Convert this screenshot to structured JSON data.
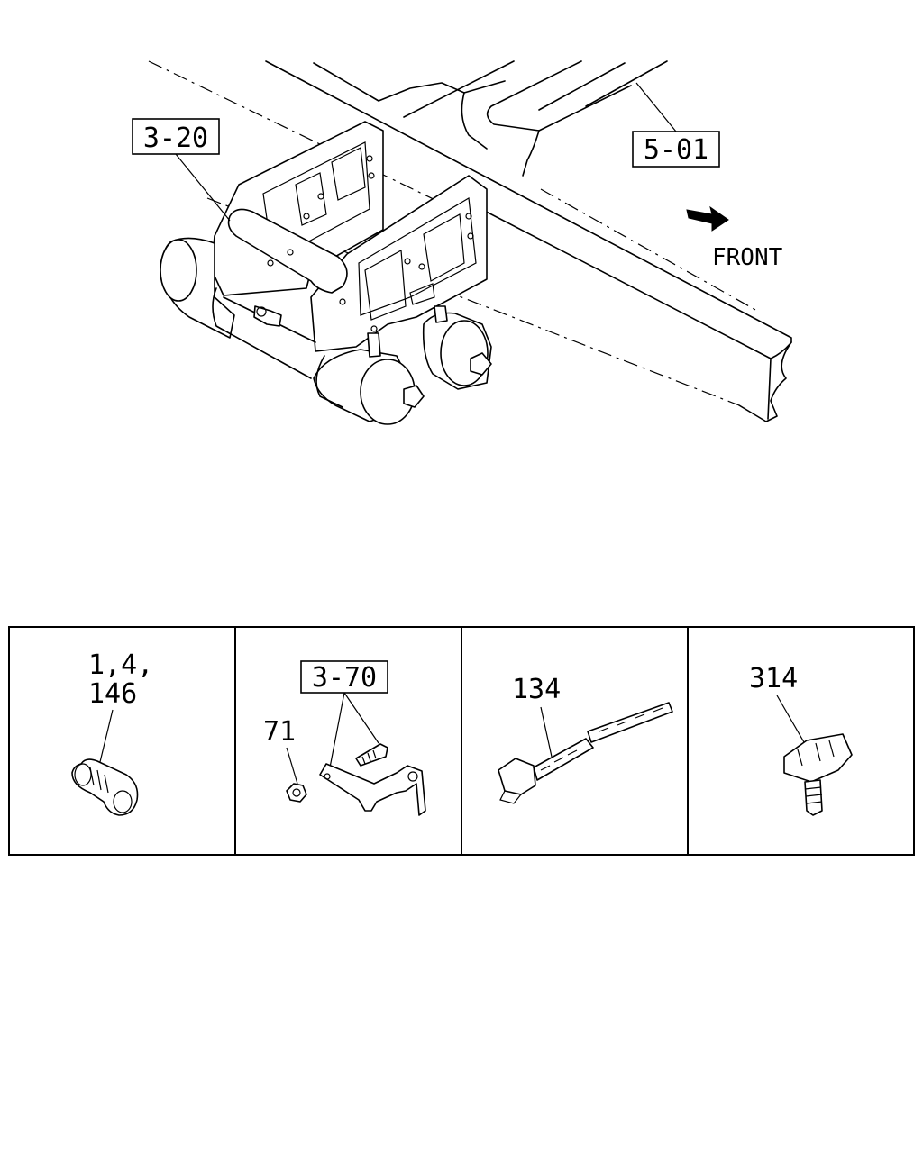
{
  "callouts": {
    "ref_320": "3-20",
    "ref_501": "5-01",
    "front": "FRONT"
  },
  "panels": [
    {
      "label_line1": "1,4,",
      "label_line2": "146"
    },
    {
      "ref": "3-70",
      "label": "71"
    },
    {
      "label": "134"
    },
    {
      "label": "314"
    }
  ]
}
